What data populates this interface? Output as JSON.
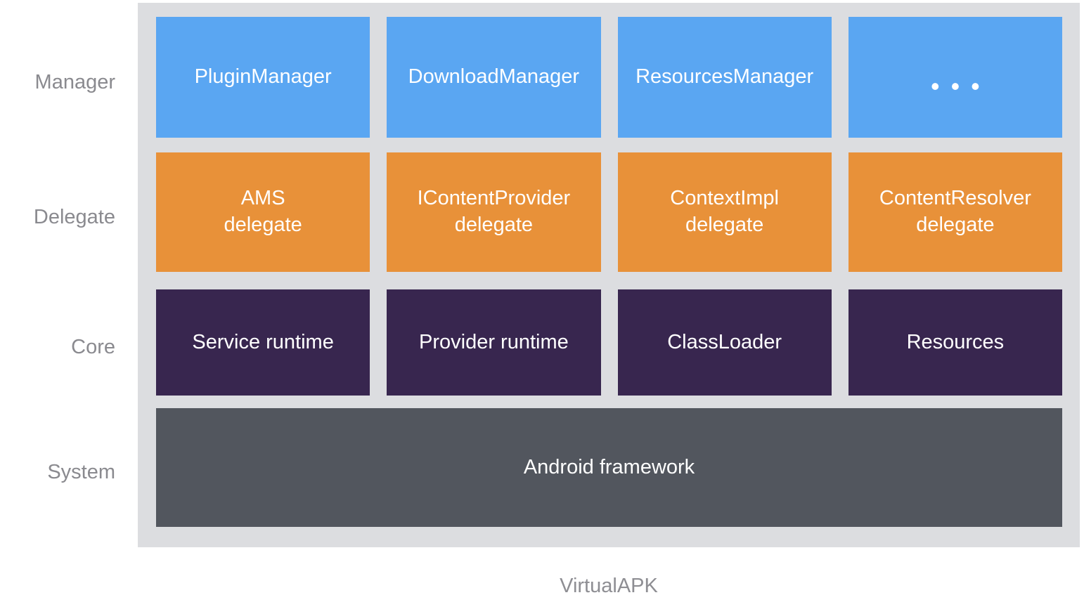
{
  "title": "VirtualAPK",
  "colors": {
    "panel_bg": "#dcdde0",
    "manager_box": "#5aa6f2",
    "delegate_box": "#e89139",
    "core_box": "#38264f",
    "system_box": "#52565e",
    "box_text": "#ffffff",
    "layer_label_text": "#8a8a8f",
    "caption_text": "#8e8e93"
  },
  "layers": [
    {
      "name": "Manager",
      "boxes": [
        {
          "label": "PluginManager"
        },
        {
          "label": "DownloadManager"
        },
        {
          "label": "ResourcesManager"
        },
        {
          "label": "•••"
        }
      ]
    },
    {
      "name": "Delegate",
      "boxes": [
        {
          "label": "AMS\ndelegate"
        },
        {
          "label": "IContentProvider\ndelegate"
        },
        {
          "label": "ContextImpl\ndelegate"
        },
        {
          "label": "ContentResolver\ndelegate"
        }
      ]
    },
    {
      "name": "Core",
      "boxes": [
        {
          "label": "Service runtime"
        },
        {
          "label": "Provider runtime"
        },
        {
          "label": "ClassLoader"
        },
        {
          "label": "Resources"
        }
      ]
    },
    {
      "name": "System",
      "boxes": [
        {
          "label": "Android framework"
        }
      ]
    }
  ]
}
